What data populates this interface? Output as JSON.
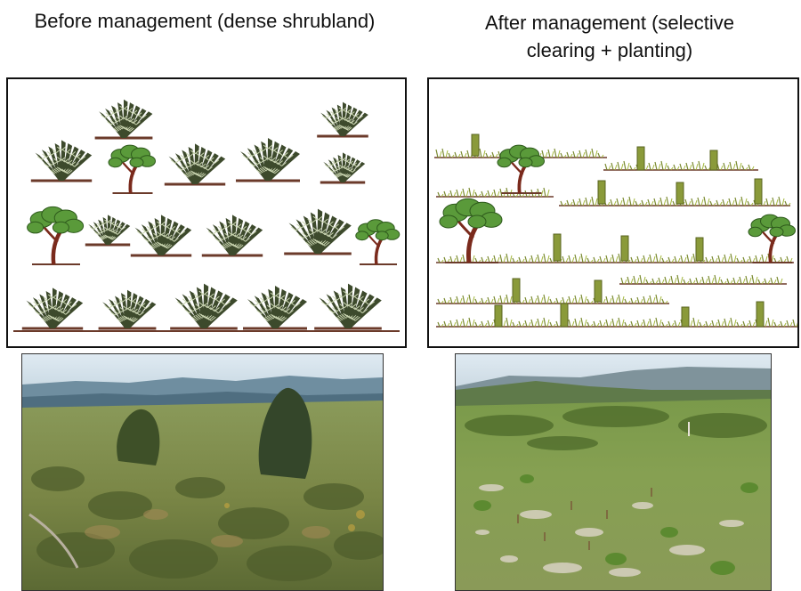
{
  "titles": {
    "before": "Before management (dense shrubland)",
    "after_line1": "After management (selective",
    "after_line2": "clearing + planting)"
  },
  "colors": {
    "shrub": "#3d4a2c",
    "shrub_highlight": "#c9d4b0",
    "tree_trunk": "#7a2a1c",
    "tree_foliage": "#5a9a3a",
    "ground": "#6b3a2a",
    "tree_shelter": "#8a9a3a",
    "grass": "#7a8a30",
    "sky": "#e3eef5",
    "hills": "#6a8898",
    "vegetation": "#6d7f3e"
  }
}
